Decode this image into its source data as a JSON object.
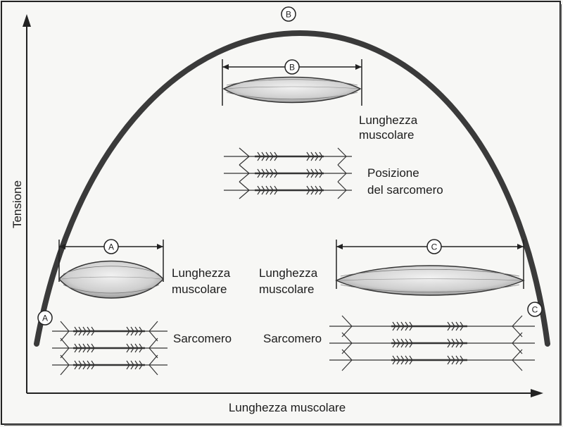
{
  "axes": {
    "y_label": "Tensione",
    "x_label": "Lunghezza muscolare"
  },
  "markers": {
    "a": "A",
    "b": "B",
    "c": "C"
  },
  "panel_b": {
    "marker": "B",
    "length_label_line1": "Lunghezza",
    "length_label_line2": "muscolare",
    "sarcomere_label_line1": "Posizione",
    "sarcomere_label_line2": "del sarcomero"
  },
  "panel_a": {
    "marker": "A",
    "length_label_line1": "Lunghezza",
    "length_label_line2": "muscolare",
    "sarcomere_label": "Sarcomero"
  },
  "panel_c": {
    "marker": "C",
    "length_label_line1": "Lunghezza",
    "length_label_line2": "muscolare",
    "sarcomere_label": "Sarcomero"
  },
  "colors": {
    "curve": "#3a3a3a",
    "ink": "#1c1c1c",
    "muscle_fill": "#d4d4d4",
    "frame": "#222222"
  }
}
